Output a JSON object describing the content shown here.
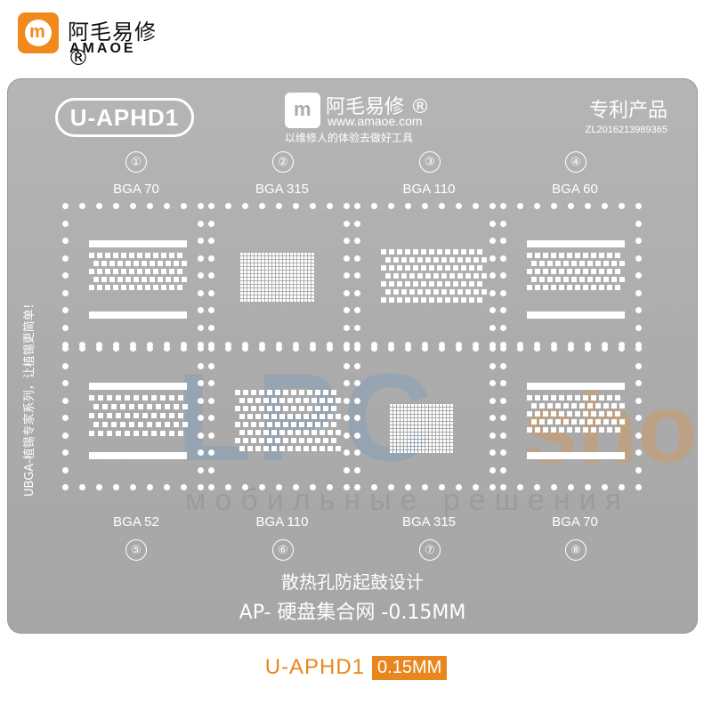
{
  "brand": {
    "cn": "阿毛易修®",
    "en": "AMAOE"
  },
  "plate": {
    "model": "U-APHD1",
    "logo_cn": "阿毛易修 ®",
    "logo_url": "www.amaoe.com",
    "logo_slogan": "以维修人的体验去做好工具",
    "patent_title": "专利产品",
    "patent_number": "ZL2016213989365",
    "side_text": "UBGA-植锡专家系列，让植锡更简单！",
    "footer_line1": "散热孔防起鼓设计",
    "footer_line2": "AP- 硬盘集合网 -0.15MM"
  },
  "cells": [
    {
      "num": "①",
      "label": "BGA 70"
    },
    {
      "num": "②",
      "label": "BGA 315"
    },
    {
      "num": "③",
      "label": "BGA 110"
    },
    {
      "num": "④",
      "label": "BGA 60"
    },
    {
      "num": "⑤",
      "label": "BGA 52"
    },
    {
      "num": "⑥",
      "label": "BGA 110"
    },
    {
      "num": "⑦",
      "label": "BGA 315"
    },
    {
      "num": "⑧",
      "label": "BGA 70"
    }
  ],
  "watermark": {
    "main": "LPC",
    "accent": "sho",
    "sub": "мобильные решения"
  },
  "bottom": {
    "model": "U-APHD1",
    "thickness": "0.15MM"
  },
  "colors": {
    "plate": "#ababab",
    "accent": "#e8871e",
    "brand_orange": "#f08a1c"
  }
}
